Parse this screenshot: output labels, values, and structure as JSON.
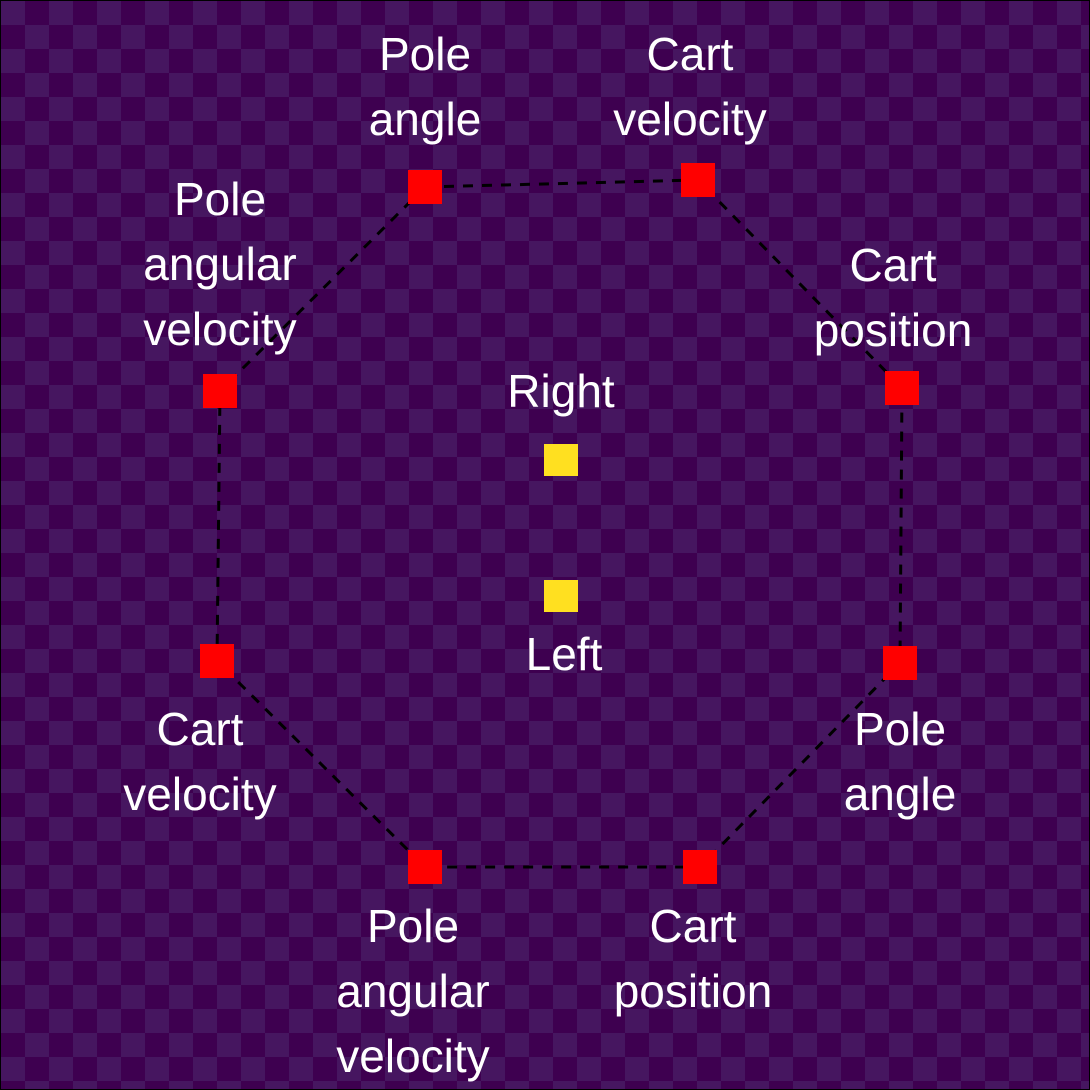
{
  "colors": {
    "background_a": "#3e0050",
    "background_b": "#461660",
    "border": "#000000",
    "sensor_node": "#ff0000",
    "action_node": "#ffe020",
    "connector": "#000000",
    "text": "#ffffff"
  },
  "ring": [
    {
      "id": "pole-angle-top",
      "name": "pole-angle-node-top",
      "lines": [
        "Pole",
        "angle"
      ]
    },
    {
      "id": "cart-velocity-top",
      "name": "cart-velocity-node-top",
      "lines": [
        "Cart",
        "velocity"
      ]
    },
    {
      "id": "cart-position-right",
      "name": "cart-position-node-right",
      "lines": [
        "Cart",
        "position"
      ]
    },
    {
      "id": "pole-angle-right",
      "name": "pole-angle-node-right",
      "lines": [
        "Pole",
        "angle"
      ]
    },
    {
      "id": "cart-position-bottom",
      "name": "cart-position-node-bottom",
      "lines": [
        "Cart",
        "position"
      ]
    },
    {
      "id": "pole-angular-velocity-bottom",
      "name": "pole-angular-velocity-node-bottom",
      "lines": [
        "Pole",
        "angular",
        "velocity"
      ]
    },
    {
      "id": "cart-velocity-left",
      "name": "cart-velocity-node-left",
      "lines": [
        "Cart",
        "velocity"
      ]
    },
    {
      "id": "pole-angular-velocity-left",
      "name": "pole-angular-velocity-node-left",
      "lines": [
        "Pole",
        "angular",
        "velocity"
      ]
    }
  ],
  "outputs": [
    {
      "id": "right",
      "name": "action-node-right",
      "lines": [
        "Right"
      ]
    },
    {
      "id": "left",
      "name": "action-node-left",
      "lines": [
        "Left"
      ]
    }
  ]
}
